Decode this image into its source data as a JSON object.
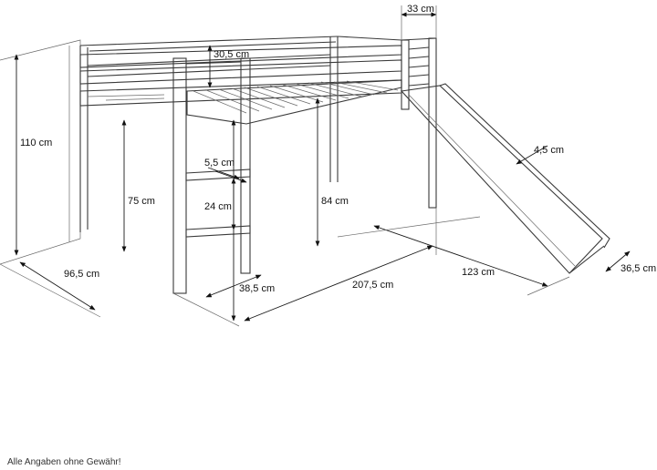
{
  "dimensions": {
    "top_width": "33 cm",
    "rail_height": "30,5 cm",
    "total_height": "110 cm",
    "rung_thickness": "5,5 cm",
    "underbed_height": "75 cm",
    "rung_spacing": "24 cm",
    "platform_height": "84 cm",
    "slide_wall": "4,5 cm",
    "depth": "96,5 cm",
    "ladder_width": "38,5 cm",
    "length": "207,5 cm",
    "slide_length": "123 cm",
    "slide_width": "36,5 cm"
  },
  "footnote": "Alle Angaben ohne Gewähr!"
}
